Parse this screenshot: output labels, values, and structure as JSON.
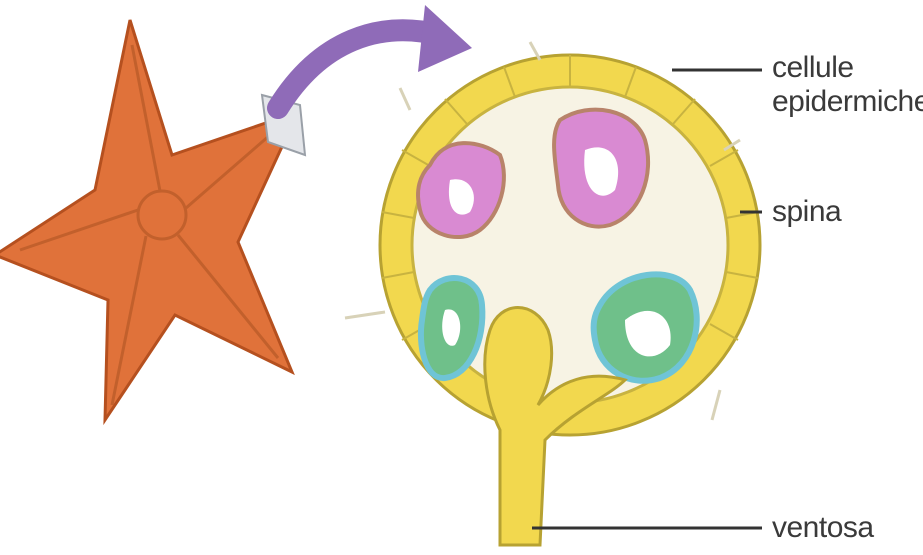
{
  "labels": {
    "cellule": "cellule",
    "epidermiche": "epidermiche",
    "spina": "spina",
    "ventosa": "ventosa"
  },
  "colors": {
    "starfish": "#e0723a",
    "arrow": "#8f6bb8",
    "epidermis": "#f0dc63",
    "interior": "#f7f3e4",
    "gonad_pink": "#d98ad2",
    "gland_green": "#6fc08a",
    "gland_blue": "#6fc4d6",
    "label_line": "#333333"
  }
}
